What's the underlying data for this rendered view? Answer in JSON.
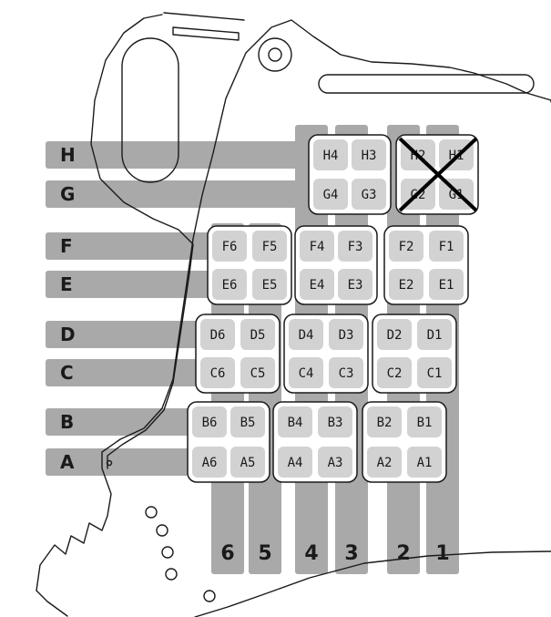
{
  "diagram": {
    "rows": [
      "H",
      "G",
      "F",
      "E",
      "D",
      "C",
      "B",
      "A"
    ],
    "columns": [
      "6",
      "5",
      "4",
      "3",
      "2",
      "1"
    ],
    "blocks": [
      {
        "name": "block-h4-g3",
        "cells": [
          [
            "H4",
            "H3"
          ],
          [
            "G4",
            "G3"
          ]
        ],
        "crossed_out": false
      },
      {
        "name": "block-h2-g1",
        "cells": [
          [
            "H2",
            "H1"
          ],
          [
            "G2",
            "G1"
          ]
        ],
        "crossed_out": true
      },
      {
        "name": "block-f6-e5",
        "cells": [
          [
            "F6",
            "F5"
          ],
          [
            "E6",
            "E5"
          ]
        ],
        "crossed_out": false
      },
      {
        "name": "block-f4-e3",
        "cells": [
          [
            "F4",
            "F3"
          ],
          [
            "E4",
            "E3"
          ]
        ],
        "crossed_out": false
      },
      {
        "name": "block-f2-e1",
        "cells": [
          [
            "F2",
            "F1"
          ],
          [
            "E2",
            "E1"
          ]
        ],
        "crossed_out": false
      },
      {
        "name": "block-d6-c5",
        "cells": [
          [
            "D6",
            "D5"
          ],
          [
            "C6",
            "C5"
          ]
        ],
        "crossed_out": false
      },
      {
        "name": "block-d4-c3",
        "cells": [
          [
            "D4",
            "D3"
          ],
          [
            "C4",
            "C3"
          ]
        ],
        "crossed_out": false
      },
      {
        "name": "block-d2-c1",
        "cells": [
          [
            "D2",
            "D1"
          ],
          [
            "C2",
            "C1"
          ]
        ],
        "crossed_out": false
      },
      {
        "name": "block-b6-a5",
        "cells": [
          [
            "B6",
            "B5"
          ],
          [
            "A6",
            "A5"
          ]
        ],
        "crossed_out": false
      },
      {
        "name": "block-b4-a3",
        "cells": [
          [
            "B4",
            "B3"
          ],
          [
            "A4",
            "A3"
          ]
        ],
        "crossed_out": false
      },
      {
        "name": "block-b2-a1",
        "cells": [
          [
            "B2",
            "B1"
          ],
          [
            "A2",
            "A1"
          ]
        ],
        "crossed_out": false
      }
    ],
    "colors": {
      "band": "#a9a9a9",
      "cell": "#d2d2d2",
      "outline": "#1a1a1a",
      "text": "#1a1a1a",
      "background": "#ffffff"
    }
  }
}
